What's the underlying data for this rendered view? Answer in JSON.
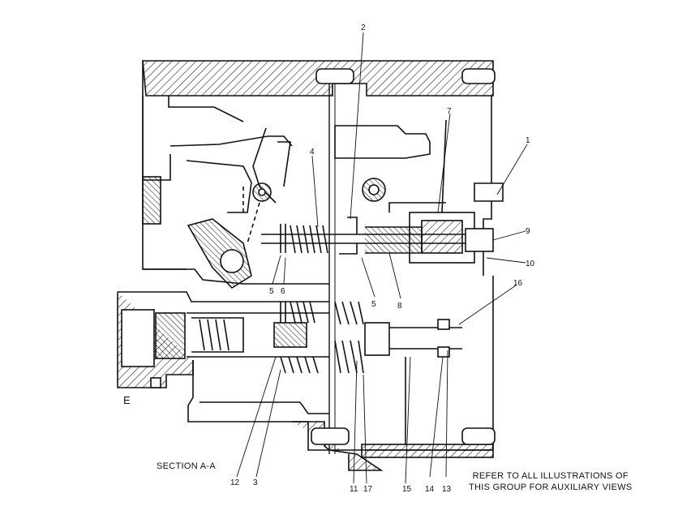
{
  "figure": {
    "section_label": "SECTION A-A",
    "view_letter": "E",
    "note_lines": [
      "REFER TO ALL ILLUSTRATIONS OF",
      "THIS GROUP FOR AUXILIARY VIEWS"
    ]
  },
  "callouts": [
    "1",
    "2",
    "3",
    "4",
    "5",
    "5",
    "6",
    "7",
    "8",
    "9",
    "10",
    "11",
    "12",
    "13",
    "14",
    "15",
    "16",
    "17"
  ],
  "style": {
    "ink": "#111111",
    "paper": "#ffffff"
  }
}
